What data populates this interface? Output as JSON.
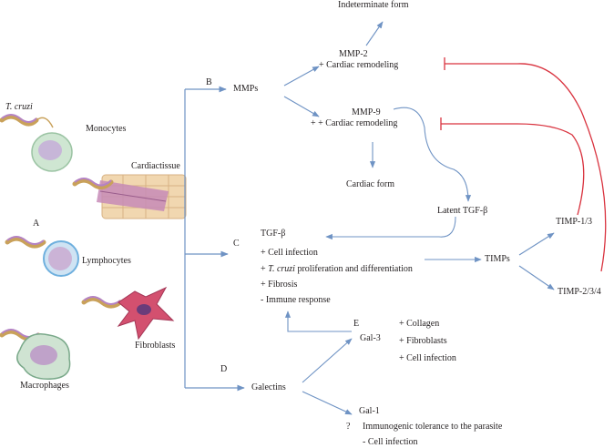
{
  "cells": {
    "tcruzi": "T. cruzi",
    "monocytes": "Monocytes",
    "cardiac_tissue": "Cardiactissue",
    "lymphocytes": "Lymphocytes",
    "fibroblasts": "Fibroblasts",
    "macrophages": "Macrophages"
  },
  "panel_letters": {
    "A": "A",
    "B": "B",
    "C": "C",
    "D": "D",
    "E": "E"
  },
  "mmps": {
    "title": "MMPs",
    "mmp2": "MMP-2",
    "mmp2_effect": "+ Cardiac remodeling",
    "indeterminate": "Indeterminate form",
    "mmp9": "MMP-9",
    "mmp9_effect": "+ + Cardiac remodeling",
    "cardiac_form": "Cardiac form",
    "latent_tgf": "Latent TGF-β"
  },
  "tgf": {
    "title": "TGF-β",
    "item1": "+ Cell infection",
    "item2_prefix": "+ ",
    "item2_italic": "T. cruzi",
    "item2_suffix": " proliferation and differentiation",
    "item3": "+ Fibrosis",
    "item4": "- Immune response"
  },
  "timps": {
    "title": "TIMPs",
    "timp13": "TIMP-1/3",
    "timp234": "TIMP-2/3/4"
  },
  "galectins": {
    "title": "Galectins",
    "gal3": "Gal-3",
    "gal3_items": [
      "+ Collagen",
      "+ Fibroblasts",
      "+ Cell infection"
    ],
    "gal1": "Gal-1",
    "question": "?",
    "gal1_item1": "Immunogenic tolerance to the parasite",
    "gal1_item2": "- Cell infection"
  },
  "colors": {
    "arrow_blue": "#6f93c4",
    "inhibit_red": "#d9333f",
    "text": "#231f20"
  }
}
